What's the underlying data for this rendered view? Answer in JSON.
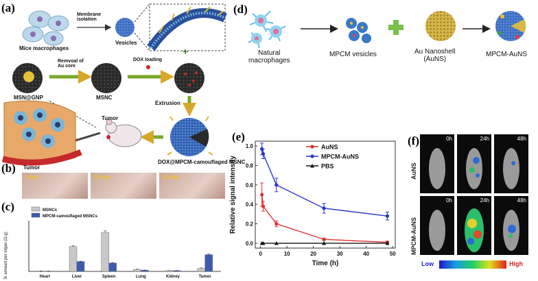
{
  "panel_a": {
    "label": "(a)",
    "mice_macrophages": "Mice macrophages",
    "membrane_isolation": "Membrane\nisolation",
    "vesicles": "Vesicles",
    "msn_gnp": "MSN@GNP",
    "removal": "Remvoal of\nAu core",
    "msnc": "MSNC",
    "dox_loading": "DOX loading",
    "extrusion": "Extrusion",
    "tumor_mouse": "Tumor",
    "tumor_vessel": "Tumor",
    "product": "DOX@MPCM-camouflaged  MSNC",
    "plus": "+"
  },
  "panel_b": {
    "label": "(b)",
    "days": [
      "3 day",
      "10 day",
      "15 day"
    ]
  },
  "panel_c": {
    "label": "(c)",
    "legend": [
      "MSNCs",
      "MPCM-camouflaged MSNCs"
    ],
    "ylabel": "Si amount per organ (Ω g)"
  },
  "panel_d": {
    "label": "(d)",
    "natural": "Natural\nmacrophages",
    "vesicles": "MPCM vesicles",
    "aunshell": "Au Nanoshell\n(AuNS)",
    "product": "MPCM-AuNS"
  },
  "panel_e": {
    "label": "(e)"
  },
  "panel_f": {
    "label": "(f)",
    "rows": [
      "AuNS",
      "MPCM-AuNS"
    ],
    "times": [
      "0h",
      "24h",
      "48h"
    ],
    "low": "Low",
    "high": "High"
  },
  "colors": {
    "msnc_bar": "#c8c8c8",
    "mpcm_bar": "#3c5ab0",
    "auns_line": "#e03030",
    "mpcm_auns_line": "#2a36c8",
    "pbs_line": "#111111"
  },
  "chart_data": [
    {
      "type": "bar",
      "title": "",
      "xlabel": "",
      "ylabel": "Si amount per organ (Ω g)",
      "categories": [
        "Heart",
        "Liver",
        "Spleen",
        "Lung",
        "Kidney",
        "Tumor"
      ],
      "series": [
        {
          "name": "MSNCs",
          "values": [
            0.1,
            9.8,
            15.4,
            0.8,
            0.3,
            1.2
          ]
        },
        {
          "name": "MPCM-camouflaged MSNCs",
          "values": [
            0.1,
            3.9,
            3.3,
            0.5,
            0.3,
            6.6
          ]
        }
      ],
      "ylim": [
        0,
        20
      ],
      "legend": "top-left"
    },
    {
      "type": "line",
      "title": "",
      "xlabel": "Time (h)",
      "ylabel": "Relative signal intensity",
      "xlim": [
        -2,
        51
      ],
      "ylim": [
        -0.05,
        1.05
      ],
      "xticks": [
        0,
        10,
        20,
        30,
        40,
        50
      ],
      "yticks": [
        0.0,
        0.2,
        0.4,
        0.6,
        0.8,
        1.0
      ],
      "legend": "top-right",
      "series": [
        {
          "name": "AuNS",
          "x": [
            0.5,
            1,
            6,
            24,
            48
          ],
          "y": [
            0.5,
            0.38,
            0.2,
            0.04,
            0.01
          ],
          "err": [
            0.12,
            0.05,
            0.03,
            0.01,
            0.01
          ]
        },
        {
          "name": "MPCM-AuNS",
          "x": [
            0.5,
            1,
            6,
            24,
            48
          ],
          "y": [
            0.97,
            0.92,
            0.6,
            0.36,
            0.28
          ],
          "err": [
            0.06,
            0.05,
            0.07,
            0.05,
            0.04
          ]
        },
        {
          "name": "PBS",
          "x": [
            0.5,
            1,
            6,
            24,
            48
          ],
          "y": [
            0.0,
            0.0,
            0.0,
            0.0,
            0.0
          ],
          "err": [
            0,
            0,
            0,
            0,
            0
          ]
        }
      ]
    }
  ]
}
